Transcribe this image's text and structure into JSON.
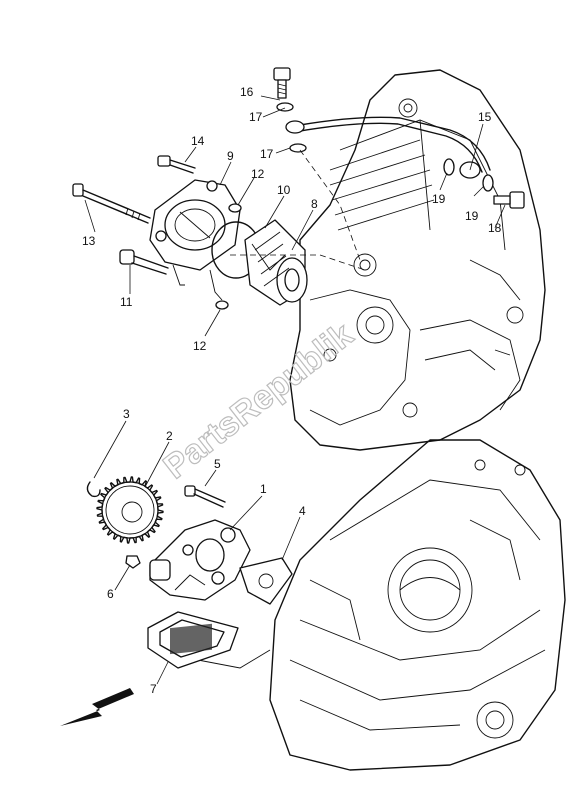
{
  "diagram": {
    "watermark": "PartsRepublik",
    "callouts": [
      {
        "id": "c1",
        "label": "1"
      },
      {
        "id": "c2",
        "label": "2"
      },
      {
        "id": "c3",
        "label": "3"
      },
      {
        "id": "c4",
        "label": "4"
      },
      {
        "id": "c5",
        "label": "5"
      },
      {
        "id": "c6",
        "label": "6"
      },
      {
        "id": "c7",
        "label": "7"
      },
      {
        "id": "c8",
        "label": "8"
      },
      {
        "id": "c9",
        "label": "9"
      },
      {
        "id": "c10",
        "label": "10"
      },
      {
        "id": "c11",
        "label": "11"
      },
      {
        "id": "c12a",
        "label": "12"
      },
      {
        "id": "c12b",
        "label": "12"
      },
      {
        "id": "c13",
        "label": "13"
      },
      {
        "id": "c14",
        "label": "14"
      },
      {
        "id": "c15",
        "label": "15"
      },
      {
        "id": "c16",
        "label": "16"
      },
      {
        "id": "c17a",
        "label": "17"
      },
      {
        "id": "c17b",
        "label": "17"
      },
      {
        "id": "c18",
        "label": "18"
      },
      {
        "id": "c19a",
        "label": "19"
      },
      {
        "id": "c19b",
        "label": "19"
      }
    ],
    "front_arrow_icon": "arrow-down-left"
  }
}
